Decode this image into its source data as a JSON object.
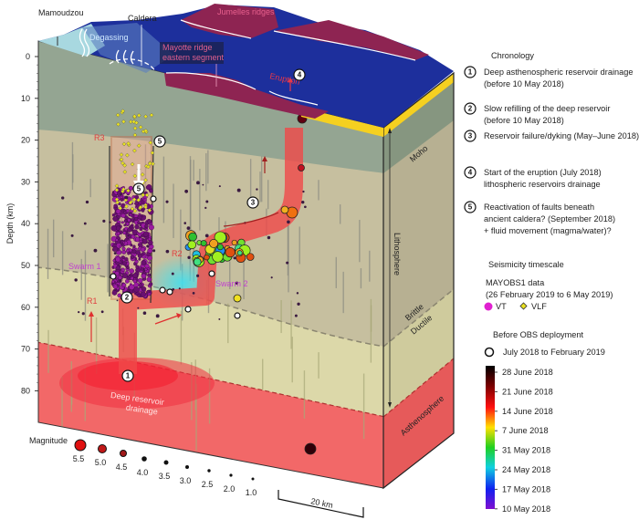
{
  "labels": {
    "mamoudzou": "Mamoudzou",
    "caldera": "Caldera",
    "jumelles": "Jumelles ridges",
    "degassing": "Degassing",
    "mayotte_1": "Mayotte ridge",
    "mayotte_2": "eastern segment",
    "eruption": "Eruption",
    "r1": "R1",
    "r2": "R2",
    "r3": "R3",
    "swarm1": "Swarm 1",
    "swarm2": "Swarm 2",
    "reservoir_1": "Deep reservoir",
    "reservoir_2": "drainage",
    "moho": "Moho",
    "lithosphere": "Lithosphere",
    "brittle": "Brittle",
    "ductile": "Ductile",
    "asthenosphere": "Asthenosphere"
  },
  "depth_axis": {
    "label": "Depth (km)",
    "ticks": [
      "0",
      "10",
      "20",
      "30",
      "40",
      "50",
      "60",
      "70",
      "80"
    ]
  },
  "chronology": {
    "title": "Chronology",
    "items": [
      {
        "num": "1",
        "line1": "Deep asthenospheric reservoir drainage",
        "line2": "(before 10 May 2018)",
        "line3": ""
      },
      {
        "num": "2",
        "line1": "Slow refilling of the deep reservoir",
        "line2": "(before 10 May 2018)",
        "line3": ""
      },
      {
        "num": "3",
        "line1": "Reservoir failure/dyking (May–June 2018)",
        "line2": "",
        "line3": ""
      },
      {
        "num": "4",
        "line1": "Start of the eruption (July 2018)",
        "line2": "lithospheric reservoirs drainage",
        "line3": ""
      },
      {
        "num": "5",
        "line1": "Reactivation of faults beneath",
        "line2": "ancient caldera? (September 2018)",
        "line3": "+ fluid movement (magma/water)?"
      }
    ]
  },
  "seismicity": {
    "title": "Seismicity timescale",
    "mayobs_1": "MAYOBS1 data",
    "mayobs_2": "(26 February 2019 to 6 May 2019)",
    "vt": "VT",
    "vlf": "VLF",
    "vt_color": "#e020d0",
    "vlf_color": "#e8e020",
    "before_title": "Before OBS deployment",
    "before_item": "July 2018 to February 2019",
    "colorbar": [
      "28 June 2018",
      "21 June 2018",
      "14 June 2018",
      "7 June 2018",
      "31 May 2018",
      "24 May 2018",
      "17 May 2018",
      "10 May 2018"
    ]
  },
  "magnitude": {
    "title": "Magnitude",
    "values": [
      "5.5",
      "5.0",
      "4.5",
      "4.0",
      "3.5",
      "3.0",
      "2.5",
      "2.0",
      "1.0"
    ]
  },
  "scale_bar": "20 km",
  "colors": {
    "crust": "#94a592",
    "lithosphere": "#c6bf9f",
    "ductile": "#dcd8a9",
    "asthenosphere": "#f26868",
    "ocean": "#1d2f9c",
    "ridge": "#8e2452",
    "magma": "#f04848"
  }
}
